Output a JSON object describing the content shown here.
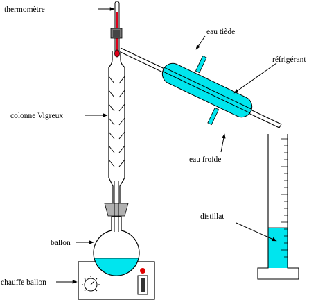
{
  "labels": {
    "thermometer": "thermomètre",
    "warm_water": "eau tiède",
    "condenser": "réfrigérant",
    "column": "colonne Vigreux",
    "cold_water": "eau froide",
    "distillate": "distillat",
    "flask": "ballon",
    "heater": "chauffe ballon"
  },
  "colors": {
    "liquid": "#00e5ee",
    "thermometer_red": "#e0001a",
    "indicator_red": "#e00000",
    "stopper_grey": "#b0b0b0"
  }
}
